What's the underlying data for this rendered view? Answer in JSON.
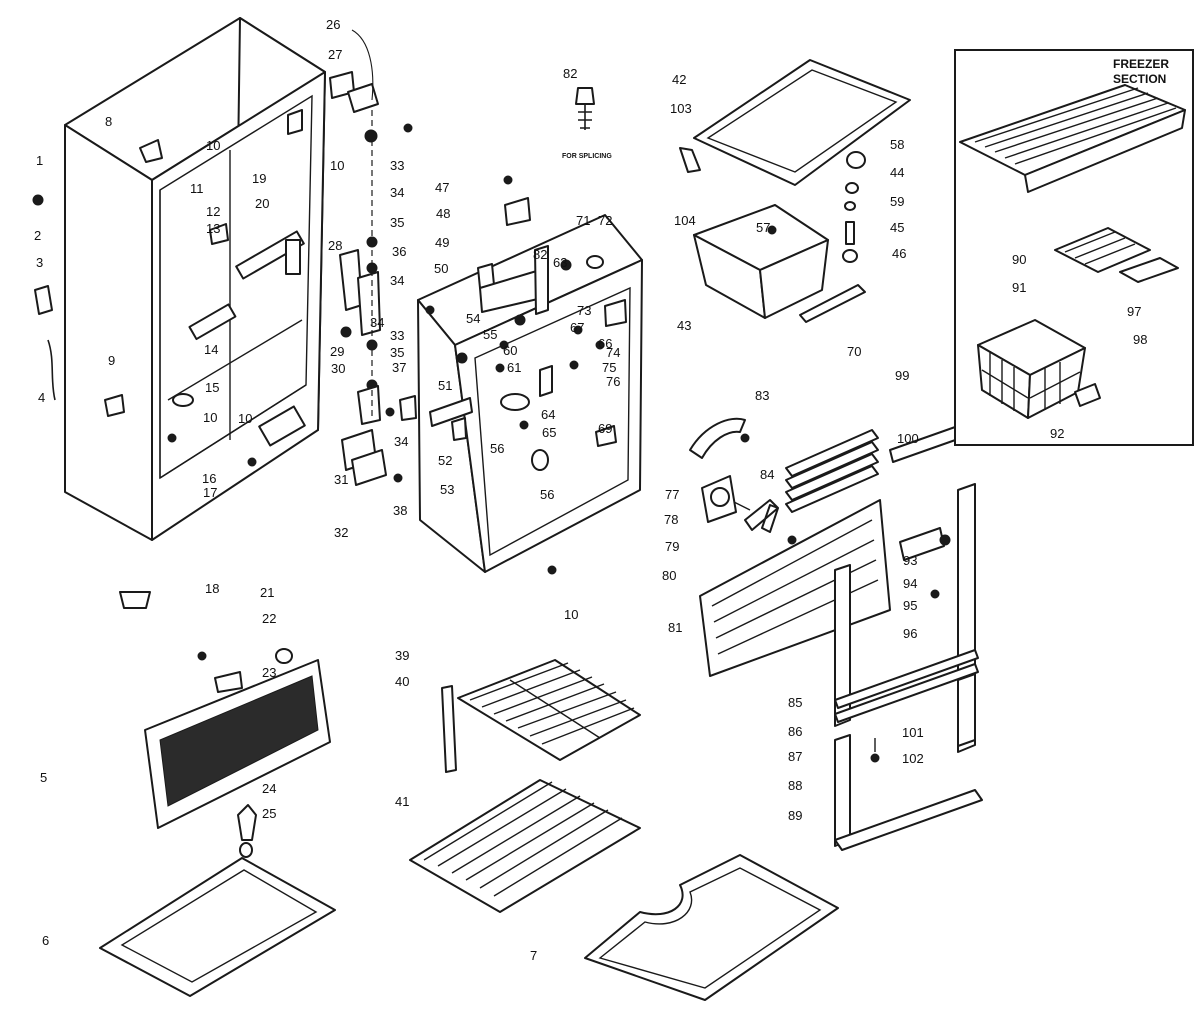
{
  "diagram": {
    "inset_title_line1": "FREEZER",
    "inset_title_line2": "SECTION",
    "splicing_note": "FOR SPLICING",
    "labels": [
      "1",
      "2",
      "3",
      "4",
      "5",
      "6",
      "7",
      "8",
      "9",
      "10",
      "10",
      "10",
      "10",
      "10",
      "11",
      "12",
      "13",
      "14",
      "15",
      "16",
      "17",
      "18",
      "19",
      "20",
      "21",
      "22",
      "23",
      "24",
      "25",
      "26",
      "27",
      "28",
      "29",
      "30",
      "31",
      "32",
      "33",
      "33",
      "34",
      "34",
      "34",
      "34",
      "35",
      "35",
      "36",
      "37",
      "38",
      "39",
      "40",
      "41",
      "42",
      "43",
      "44",
      "45",
      "46",
      "47",
      "48",
      "49",
      "50",
      "51",
      "52",
      "53",
      "54",
      "55",
      "56",
      "56",
      "57",
      "58",
      "59",
      "60",
      "61",
      "63",
      "64",
      "65",
      "66",
      "67",
      "69",
      "70",
      "71",
      "72",
      "73",
      "74",
      "75",
      "76",
      "77",
      "78",
      "79",
      "80",
      "81",
      "82",
      "82",
      "83",
      "84",
      "85",
      "86",
      "87",
      "88",
      "89",
      "90",
      "91",
      "92",
      "93",
      "94",
      "95",
      "96",
      "97",
      "98",
      "99",
      "100",
      "101",
      "102",
      "103",
      "104"
    ]
  }
}
